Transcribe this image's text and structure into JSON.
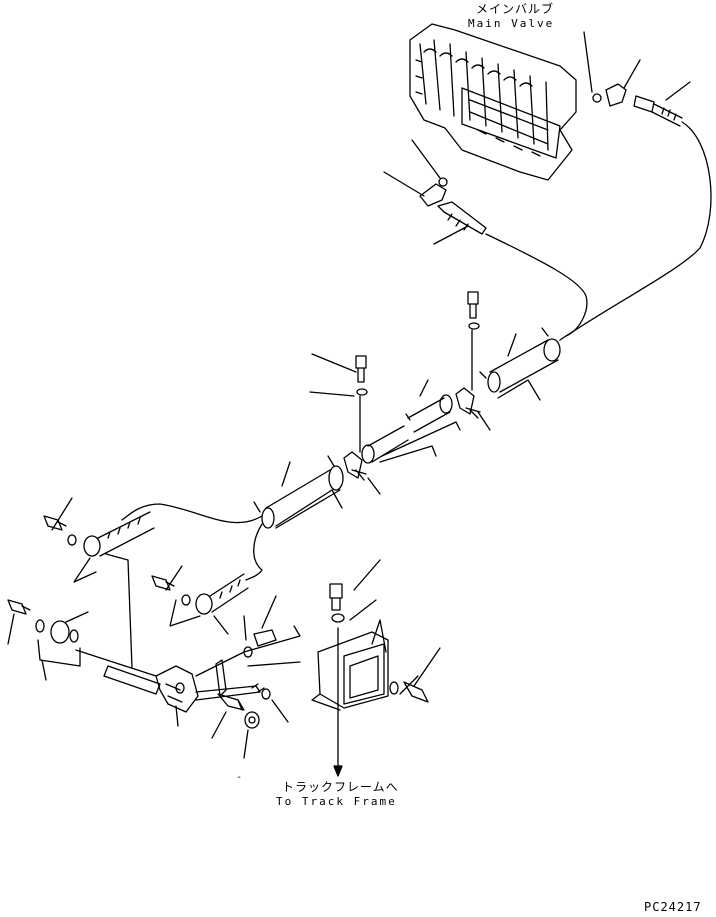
{
  "labels": {
    "main_valve_jp": "メインバルブ",
    "main_valve_en": "Main Valve",
    "track_frame_jp": "トラックフレームへ",
    "track_frame_en": "To Track Frame",
    "dash_mark": "-",
    "drawing_code": "PC24217"
  },
  "colors": {
    "line": "#000000",
    "background": "#ffffff"
  }
}
